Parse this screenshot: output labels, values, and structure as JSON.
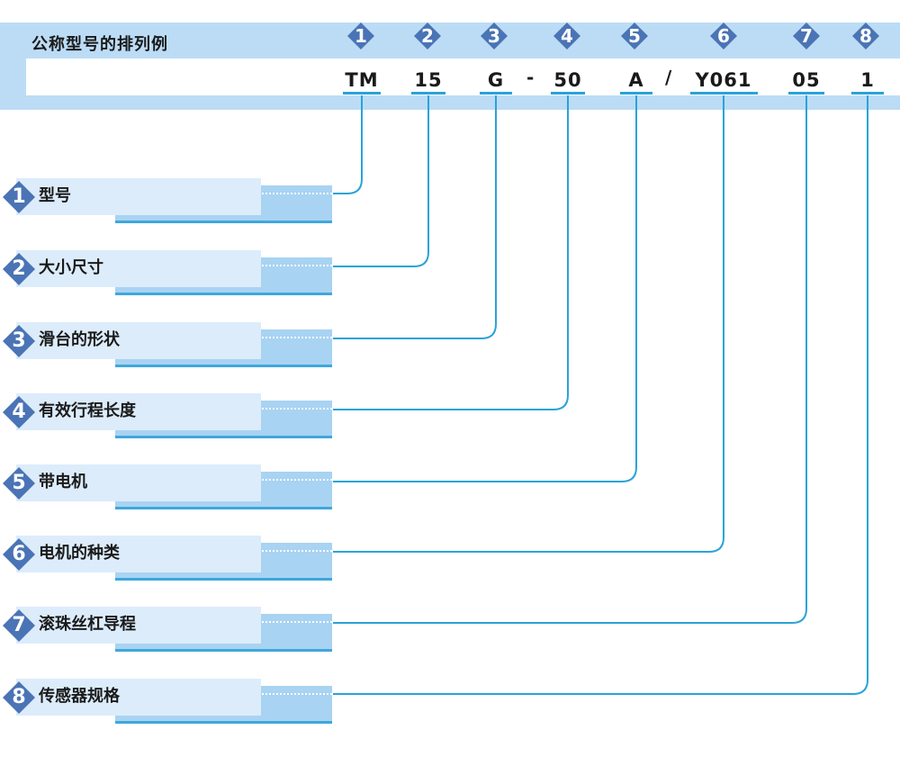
{
  "header": {
    "title": "公称型号的排列例"
  },
  "codes": [
    {
      "num": "1",
      "text": "TM"
    },
    {
      "num": "2",
      "text": "15"
    },
    {
      "num": "3",
      "text": "G"
    },
    {
      "num": "4",
      "text": "50"
    },
    {
      "num": "5",
      "text": "A"
    },
    {
      "num": "6",
      "text": "Y061"
    },
    {
      "num": "7",
      "text": "05"
    },
    {
      "num": "8",
      "text": "1"
    }
  ],
  "separators": [
    "-",
    "/"
  ],
  "rows": [
    {
      "num": "1",
      "label": "型号"
    },
    {
      "num": "2",
      "label": "大小尺寸"
    },
    {
      "num": "3",
      "label": "滑台的形状"
    },
    {
      "num": "4",
      "label": "有效行程长度"
    },
    {
      "num": "5",
      "label": "带电机"
    },
    {
      "num": "6",
      "label": "电机的种类"
    },
    {
      "num": "7",
      "label": "滚珠丝杠导程"
    },
    {
      "num": "8",
      "label": "传感器规格"
    }
  ],
  "colors": {
    "badge": "#4a74b5",
    "line": "#2aa3d8",
    "header_band": "#bcdcf6",
    "row_box": "#dcecfb",
    "row_shadow": "#a9d3f2"
  }
}
